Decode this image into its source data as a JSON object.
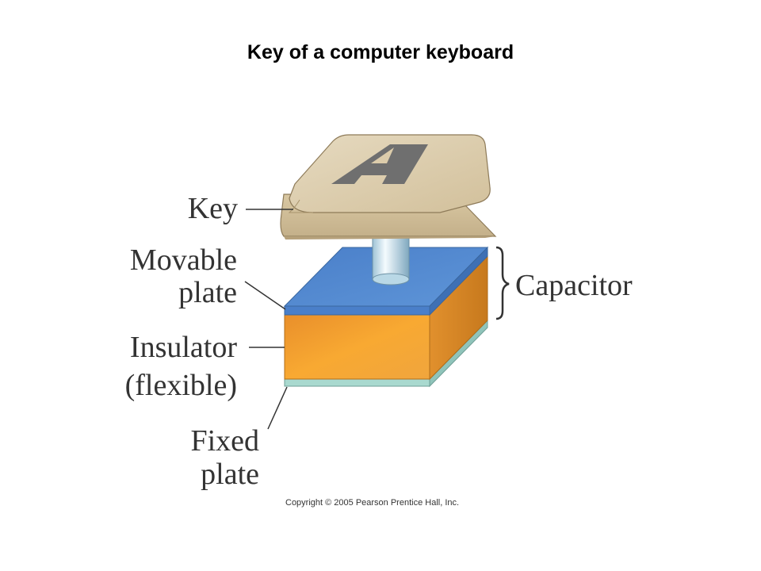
{
  "title": "Key of a computer keyboard",
  "labels": {
    "key": "Key",
    "movable_plate_line1": "Movable",
    "movable_plate_line2": "plate",
    "insulator_line1": "Insulator",
    "insulator_line2": "(flexible)",
    "fixed_plate_line1": "Fixed",
    "fixed_plate_line2": "plate",
    "capacitor": "Capacitor"
  },
  "keycap_letter": "A",
  "copyright": "Copyright © 2005 Pearson Prentice Hall, Inc.",
  "colors": {
    "keycap": "#d9c8a4",
    "keycap_letter": "#777777",
    "plunger": "#cfe6f0",
    "movable_plate": "#4f86cf",
    "insulator": "#f2a53a",
    "fixed_plate": "#a9d9cf"
  }
}
